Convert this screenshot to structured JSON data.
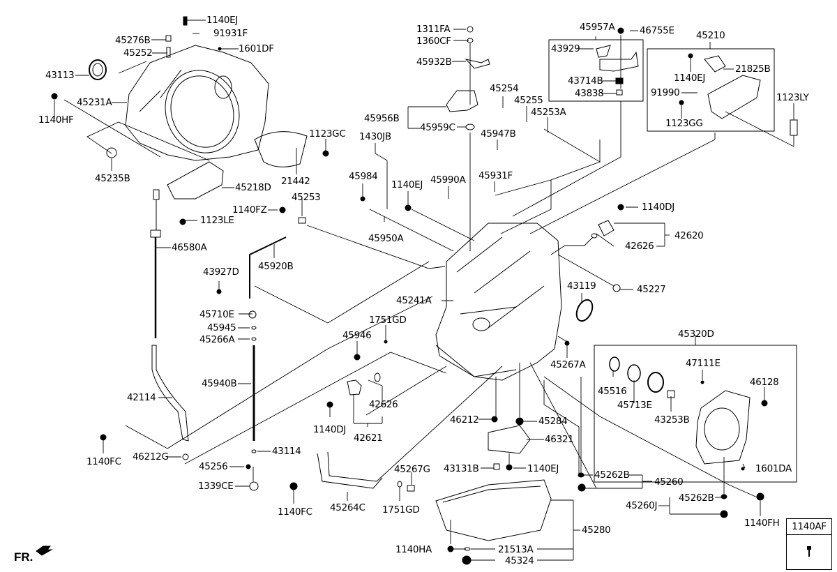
{
  "diagram": {
    "title": "Automatic Transmission Case - Exploded Parts Diagram",
    "orientation_label": "FR.",
    "legend_box": {
      "part_no": "1140AF",
      "icon": "bolt-icon"
    },
    "parts": [
      {
        "id": "p1140EJ_a",
        "no": "1140EJ"
      },
      {
        "id": "p91931F",
        "no": "91931F"
      },
      {
        "id": "p45276B",
        "no": "45276B"
      },
      {
        "id": "p45252",
        "no": "45252"
      },
      {
        "id": "p1601DF",
        "no": "1601DF"
      },
      {
        "id": "p43113",
        "no": "43113"
      },
      {
        "id": "p45231A",
        "no": "45231A"
      },
      {
        "id": "p1140HF",
        "no": "1140HF"
      },
      {
        "id": "p45235B",
        "no": "45235B"
      },
      {
        "id": "p1123GC",
        "no": "1123GC"
      },
      {
        "id": "p21442",
        "no": "21442"
      },
      {
        "id": "p45218D",
        "no": "45218D"
      },
      {
        "id": "p1123LE",
        "no": "1123LE"
      },
      {
        "id": "p1140FZ",
        "no": "1140FZ"
      },
      {
        "id": "p45253",
        "no": "45253"
      },
      {
        "id": "p46580A",
        "no": "46580A"
      },
      {
        "id": "p45920B",
        "no": "45920B"
      },
      {
        "id": "p43927D",
        "no": "43927D"
      },
      {
        "id": "p45710E",
        "no": "45710E"
      },
      {
        "id": "p45945",
        "no": "45945"
      },
      {
        "id": "p45266A",
        "no": "45266A"
      },
      {
        "id": "p45940B",
        "no": "45940B"
      },
      {
        "id": "p42114",
        "no": "42114"
      },
      {
        "id": "p1140FC_a",
        "no": "1140FC"
      },
      {
        "id": "p46212G",
        "no": "46212G"
      },
      {
        "id": "p43114",
        "no": "43114"
      },
      {
        "id": "p45256",
        "no": "45256"
      },
      {
        "id": "p1339CE",
        "no": "1339CE"
      },
      {
        "id": "p1311FA",
        "no": "1311FA"
      },
      {
        "id": "p1360CF",
        "no": "1360CF"
      },
      {
        "id": "p45932B",
        "no": "45932B"
      },
      {
        "id": "p45956B",
        "no": "45956B"
      },
      {
        "id": "p45959C",
        "no": "45959C"
      },
      {
        "id": "p1430JB",
        "no": "1430JB"
      },
      {
        "id": "p45984",
        "no": "45984"
      },
      {
        "id": "p1140EJ_b",
        "no": "1140EJ"
      },
      {
        "id": "p45990A",
        "no": "45990A"
      },
      {
        "id": "p45950A",
        "no": "45950A"
      },
      {
        "id": "p45254",
        "no": "45254"
      },
      {
        "id": "p45255",
        "no": "45255"
      },
      {
        "id": "p45253A",
        "no": "45253A"
      },
      {
        "id": "p45947B",
        "no": "45947B"
      },
      {
        "id": "p45931F",
        "no": "45931F"
      },
      {
        "id": "p45241A",
        "no": "45241A"
      },
      {
        "id": "p1751GD_a",
        "no": "1751GD"
      },
      {
        "id": "p45946",
        "no": "45946"
      },
      {
        "id": "p45957A",
        "no": "45957A"
      },
      {
        "id": "p46755E",
        "no": "46755E"
      },
      {
        "id": "p43929",
        "no": "43929"
      },
      {
        "id": "p43714B",
        "no": "43714B"
      },
      {
        "id": "p43838",
        "no": "43838"
      },
      {
        "id": "p45210",
        "no": "45210"
      },
      {
        "id": "p1140EJ_c",
        "no": "1140EJ"
      },
      {
        "id": "p21825B",
        "no": "21825B"
      },
      {
        "id": "p91990",
        "no": "91990"
      },
      {
        "id": "p1123GG",
        "no": "1123GG"
      },
      {
        "id": "p1123LY",
        "no": "1123LY"
      },
      {
        "id": "p1140DJ_a",
        "no": "1140DJ"
      },
      {
        "id": "p42620",
        "no": "42620"
      },
      {
        "id": "p42626_a",
        "no": "42626"
      },
      {
        "id": "p43119",
        "no": "43119"
      },
      {
        "id": "p45227",
        "no": "45227"
      },
      {
        "id": "p45267A",
        "no": "45267A"
      },
      {
        "id": "p42626_b",
        "no": "42626"
      },
      {
        "id": "p1140DJ_b",
        "no": "1140DJ"
      },
      {
        "id": "p42621",
        "no": "42621"
      },
      {
        "id": "p46212",
        "no": "46212"
      },
      {
        "id": "p45284",
        "no": "45284"
      },
      {
        "id": "p46321",
        "no": "46321"
      },
      {
        "id": "p43131B",
        "no": "43131B"
      },
      {
        "id": "p1140EJ_d",
        "no": "1140EJ"
      },
      {
        "id": "p45267G",
        "no": "45267G"
      },
      {
        "id": "p1751GD_b",
        "no": "1751GD"
      },
      {
        "id": "p45264C",
        "no": "45264C"
      },
      {
        "id": "p1140FC_b",
        "no": "1140FC"
      },
      {
        "id": "p45280",
        "no": "45280"
      },
      {
        "id": "p1140HA",
        "no": "1140HA"
      },
      {
        "id": "p21513A",
        "no": "21513A"
      },
      {
        "id": "p45324",
        "no": "45324"
      },
      {
        "id": "p45320D",
        "no": "45320D"
      },
      {
        "id": "p47111E",
        "no": "47111E"
      },
      {
        "id": "p46128",
        "no": "46128"
      },
      {
        "id": "p45516",
        "no": "45516"
      },
      {
        "id": "p45713E",
        "no": "45713E"
      },
      {
        "id": "p43253B",
        "no": "43253B"
      },
      {
        "id": "p1601DA",
        "no": "1601DA"
      },
      {
        "id": "p45262B_a",
        "no": "45262B"
      },
      {
        "id": "p45260",
        "no": "45260"
      },
      {
        "id": "p45262B_b",
        "no": "45262B"
      },
      {
        "id": "p45260J",
        "no": "45260J"
      },
      {
        "id": "p1140FH",
        "no": "1140FH"
      }
    ]
  }
}
